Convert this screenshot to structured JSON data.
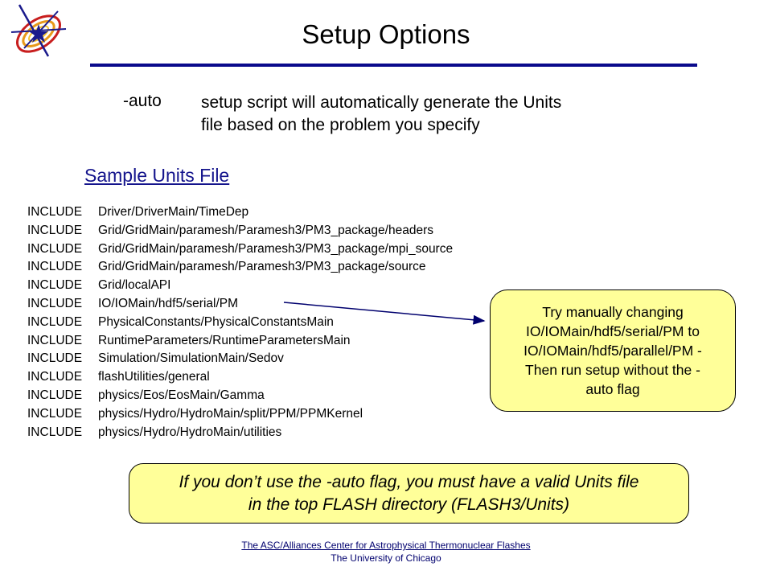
{
  "header": {
    "title": "Setup Options"
  },
  "option": {
    "flag": "-auto",
    "description_lines": [
      "setup script will automatically generate the Units",
      "file based on the  problem you specify"
    ]
  },
  "sample": {
    "heading": "Sample Units File",
    "keyword": "INCLUDE",
    "paths": [
      "Driver/DriverMain/TimeDep",
      "Grid/GridMain/paramesh/Paramesh3/PM3_package/headers",
      "Grid/GridMain/paramesh/Paramesh3/PM3_package/mpi_source",
      "Grid/GridMain/paramesh/Paramesh3/PM3_package/source",
      "Grid/localAPI",
      "IO/IOMain/hdf5/serial/PM",
      "PhysicalConstants/PhysicalConstantsMain",
      "RuntimeParameters/RuntimeParametersMain",
      "Simulation/SimulationMain/Sedov",
      "flashUtilities/general",
      "physics/Eos/EosMain/Gamma",
      "physics/Hydro/HydroMain/split/PPM/PPMKernel",
      "physics/Hydro/HydroMain/utilities"
    ]
  },
  "callout_right": {
    "lines": [
      "Try manually changing",
      "IO/IOMain/hdf5/serial/PM to",
      "IO/IOMain/hdf5/parallel/PM  -",
      "Then run setup without the -",
      "auto flag"
    ]
  },
  "callout_bottom": {
    "lines": [
      "If you don’t use the -auto flag, you must have a valid Units file",
      "in the top FLASH directory (FLASH3/Units)"
    ]
  },
  "footer": {
    "link": "The ASC/Alliances Center  for Astrophysical Thermonuclear Flashes",
    "institution": "The University  of Chicago"
  },
  "colors": {
    "title_rule": "#0a0a8c",
    "callout_fill": "#ffff99",
    "heading": "#14148c",
    "footer": "#00006e"
  }
}
